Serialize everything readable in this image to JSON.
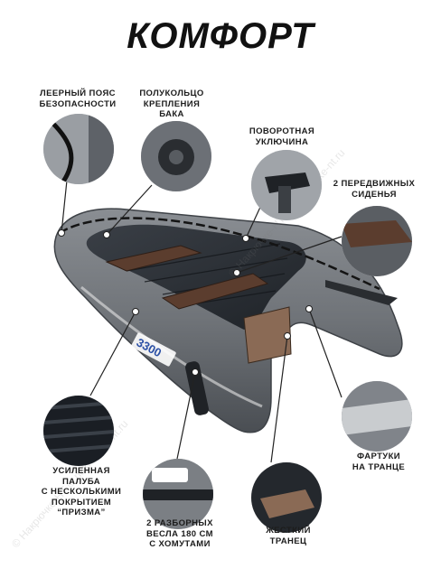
{
  "title": "КОМФОРТ",
  "watermark": "© Накрючке-НТ © nakruchke-nt.ru",
  "boat_model": "3300",
  "features": {
    "safety_rope": {
      "lines": [
        "ЛЕЕРНЫЙ ПОЯС",
        "БЕЗОПАСНОСТИ"
      ]
    },
    "half_ring": {
      "lines": [
        "ПОЛУКОЛЬЦО",
        "КРЕПЛЕНИЯ",
        "БАКА"
      ]
    },
    "oarlock": {
      "lines": [
        "ПОВОРОТНАЯ",
        "УКЛЮЧИНА"
      ]
    },
    "seats": {
      "lines": [
        "2 ПЕРЕДВИЖНЫХ",
        "СИДЕНЬЯ"
      ]
    },
    "deck": {
      "lines": [
        "УСИЛЕННАЯ",
        "ПАЛУБА",
        "С НЕСКОЛЬКИМИ",
        "ПОКРЫТИЕМ",
        "“ПРИЗМА”"
      ]
    },
    "oars": {
      "lines": [
        "2 РАЗБОРНЫХ",
        "ВЕСЛА 180 СМ",
        "С ХОМУТАМИ"
      ]
    },
    "transom": {
      "lines": [
        "ЖЕСТКИЙ",
        "ТРАНЕЦ"
      ]
    },
    "aprons": {
      "lines": [
        "ФАРТУКИ",
        "НА ТРАНЦЕ"
      ]
    }
  },
  "colors": {
    "hull": "#6f7378",
    "hull_dark": "#4d5156",
    "floor": "#2a2e34",
    "seat": "#5b3d2e",
    "rope": "#141414"
  }
}
